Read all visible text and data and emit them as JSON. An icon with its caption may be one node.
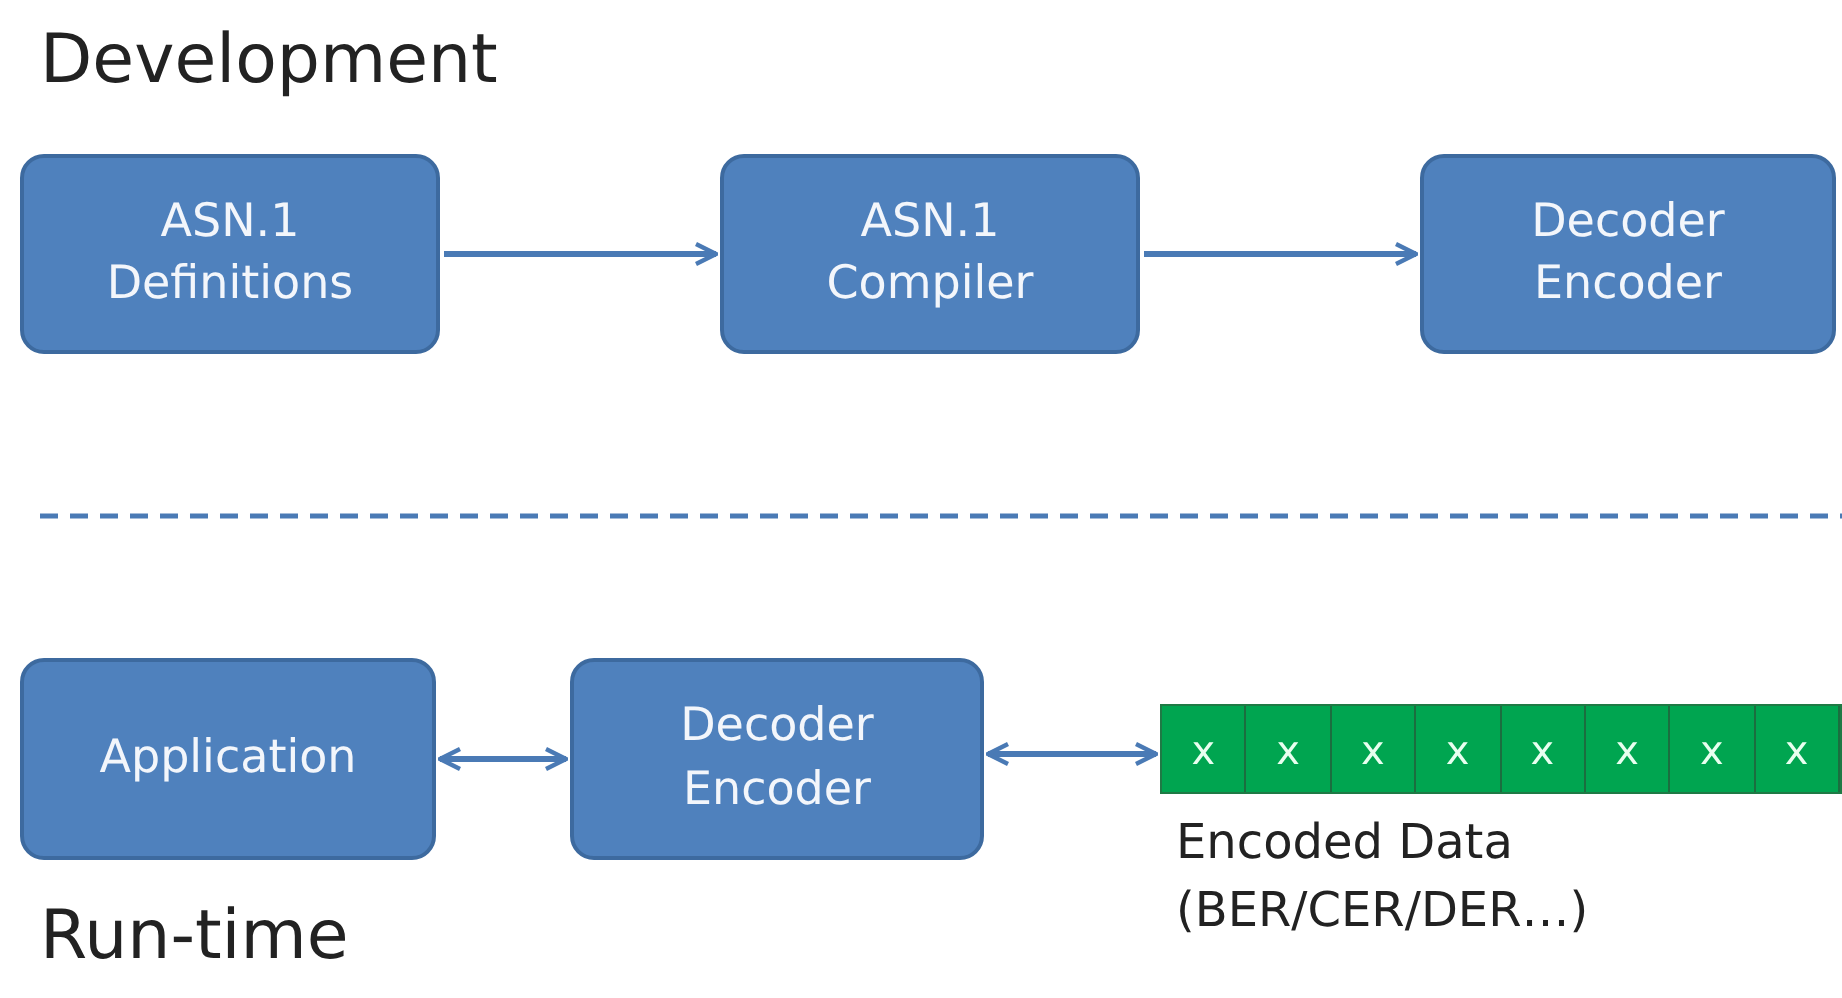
{
  "diagram": {
    "title": "Development",
    "nodes": [
      {
        "text": [
          "ASN.1 Definitions"
        ]
      },
      {
        "text": [
          "ASN.1 Compiler"
        ]
      },
      {
        "text": [
          "Decoder Encoder"
        ]
      },
      {
        "text": [
          "Application"
        ]
      },
      {
        "text": [
          "Decoder Encoder"
        ]
      },
      {
        "text": [
          "x",
          "x",
          "x",
          "x",
          "x",
          "x",
          "x",
          "x"
        ],
        "beside": [
          "Encoded Data (BER/CER/DER…)"
        ]
      }
    ],
    "edges": [
      {
        "from": 0,
        "to": 1,
        "arrow": "to"
      },
      {
        "from": 1,
        "to": 2,
        "arrow": "to"
      },
      {
        "from": 3,
        "to": 4,
        "arrow": "both"
      },
      {
        "from": 4,
        "to": 5,
        "arrow": "both"
      }
    ],
    "labels": [
      "Run-time"
    ]
  }
}
